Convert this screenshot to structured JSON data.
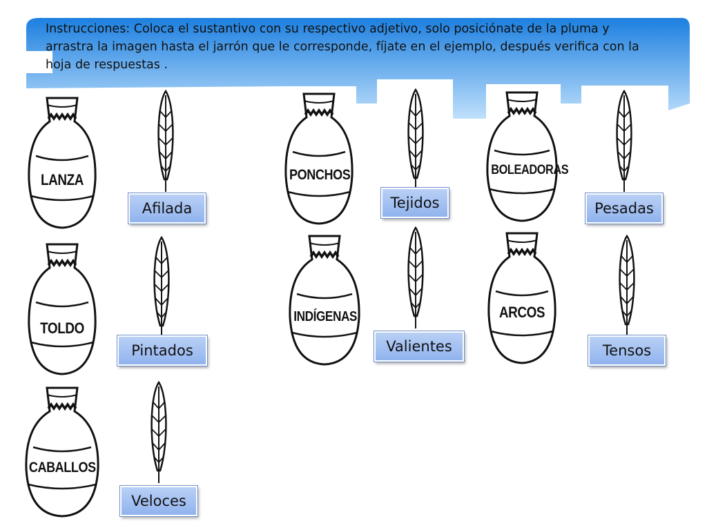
{
  "slide": {
    "instructions": "Instrucciones: Coloca  el sustantivo con su respectivo adjetivo, solo posiciónate de la pluma y arrastra la imagen hasta el jarrón que le corresponde, fíjate en el ejemplo, después verifica con la hoja de respuestas ."
  },
  "vases": [
    {
      "label": "LANZA"
    },
    {
      "label": "TOLDO"
    },
    {
      "label": "CABALLOS"
    },
    {
      "label": "PONCHOS"
    },
    {
      "label": "INDÍGENAS"
    },
    {
      "label": "BOLEADORAS"
    },
    {
      "label": "ARCOS"
    }
  ],
  "adjectives": [
    {
      "label": "Afilada"
    },
    {
      "label": "Pintados"
    },
    {
      "label": "Veloces"
    },
    {
      "label": "Tejidos"
    },
    {
      "label": "Valientes"
    },
    {
      "label": "Pesadas"
    },
    {
      "label": "Tensos"
    }
  ],
  "colors": {
    "banner_blue": "#2f8fe8",
    "card_blue": "#a5c2f2"
  }
}
